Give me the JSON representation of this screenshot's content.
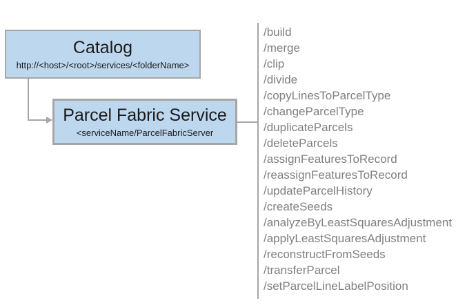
{
  "diagram": {
    "catalog_box": {
      "title": "Catalog",
      "subtitle": "http://<host>/<root>/services/<folderName>"
    },
    "service_box": {
      "title": "Parcel Fabric Service",
      "subtitle": "<serviceName/ParcelFabricServer"
    },
    "operations": [
      "/build",
      "/merge",
      "/clip",
      "/divide",
      "/copyLinesToParcelType",
      "/changeParcelType",
      "/duplicateParcels",
      "/deleteParcels",
      "/assignFeaturesToRecord",
      "/reassignFeaturesToRecord",
      "/updateParcelHistory",
      "/createSeeds",
      "/analyzeByLeastSquaresAdjustment",
      "/applyLeastSquaresAdjustment",
      "/reconstructFromSeeds",
      "/transferParcel",
      "/setParcelLineLabelPosition"
    ],
    "colors": {
      "box_fill": "#bdd7ee",
      "box_border": "#a6a6a6",
      "connector": "#a6a6a6",
      "operations_text": "#808080",
      "title_text": "#1a1a1a",
      "background": "#ffffff"
    }
  }
}
